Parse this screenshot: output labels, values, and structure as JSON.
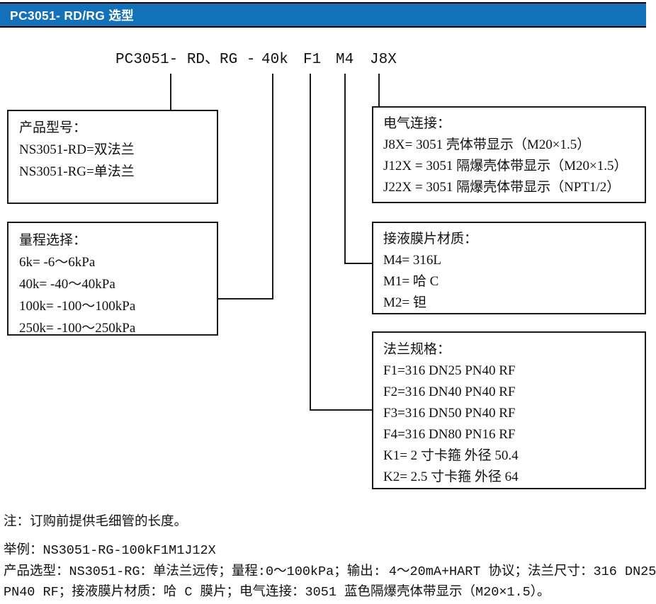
{
  "header": {
    "title": "PC3051- RD/RG 选型"
  },
  "code": {
    "model": "PC3051- RD、RG -",
    "range": "40k",
    "flange": "F1",
    "diaphragm": "M4",
    "electrical": "J8X"
  },
  "boxes": {
    "product_model": {
      "title": "产品型号：",
      "lines": [
        "NS3051-RD=双法兰",
        "NS3051-RG=单法兰"
      ]
    },
    "range_selection": {
      "title": "量程选择：",
      "lines": [
        "6k= -6～6kPa",
        "40k= -40～40kPa",
        "100k= -100～100kPa",
        "250k= -100～250kPa"
      ]
    },
    "electrical_connection": {
      "title": "电气连接：",
      "lines": [
        "J8X= 3051 壳体带显示（M20×1.5）",
        "J12X = 3051 隔爆壳体带显示（M20×1.5）",
        "J22X = 3051 隔爆壳体带显示（NPT1/2）"
      ]
    },
    "diaphragm_material": {
      "title": "接液膜片材质：",
      "lines": [
        "M4= 316L",
        "M1= 哈 C",
        "M2= 钽"
      ]
    },
    "flange_spec": {
      "title": "法兰规格：",
      "lines": [
        "F1=316 DN25 PN40 RF",
        "F2=316 DN40 PN40 RF",
        "F3=316 DN50 PN40 RF",
        "F4=316 DN80 PN16 RF",
        "K1= 2 寸卡箍  外径 50.4",
        "K2= 2.5 寸卡箍  外径 64"
      ]
    }
  },
  "notes": {
    "capillary_note": "注：订购前提供毛细管的长度。",
    "example": "举例：NS3051-RG-100kF1M1J12X",
    "description_line1": "产品选型：NS3051-RG：单法兰远传；量程:0～100kPa；输出: 4～20mA+HART 协议；法兰尺寸：316 DN25",
    "description_line2": "PN40 RF；接液膜片材质：哈 C 膜片；电气连接：3051 蓝色隔爆壳体带显示（M20×1.5）。"
  },
  "colors": {
    "header_bg": "#1271b8",
    "line": "#1a1a1a"
  }
}
